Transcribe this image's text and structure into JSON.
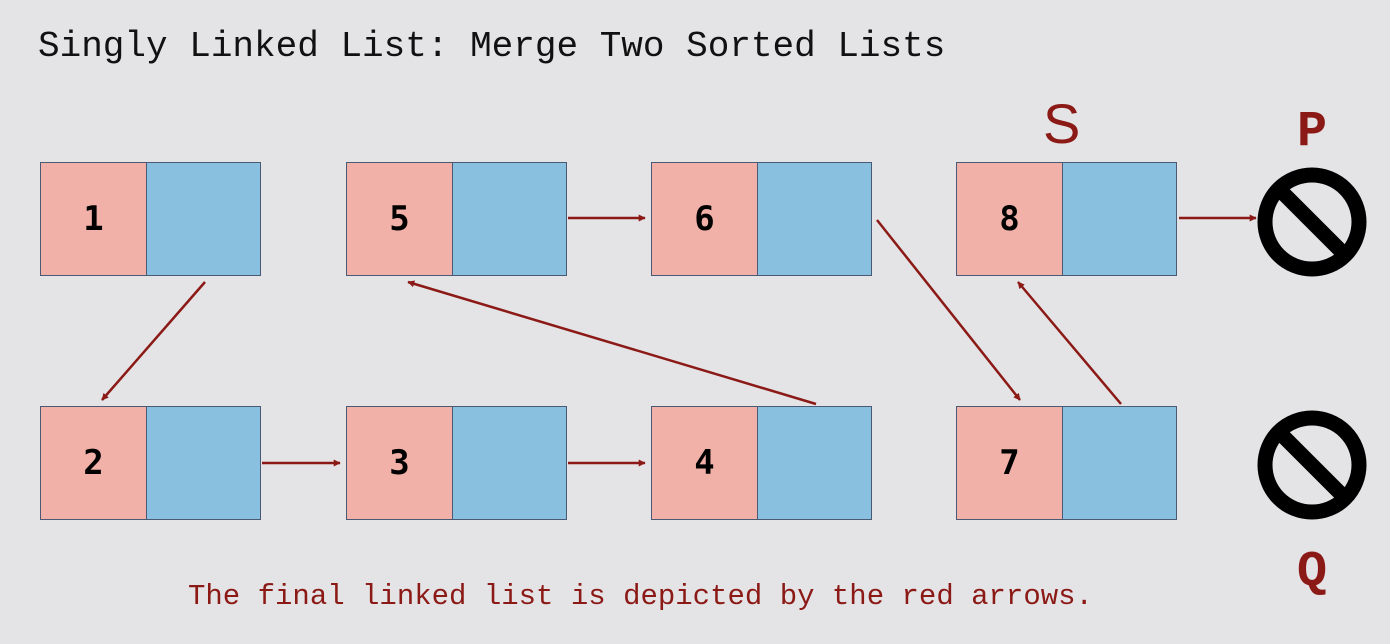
{
  "title": "Singly Linked List: Merge Two Sorted Lists",
  "nodes": [
    {
      "value": "1"
    },
    {
      "value": "5"
    },
    {
      "value": "6"
    },
    {
      "value": "8"
    },
    {
      "value": "2"
    },
    {
      "value": "3"
    },
    {
      "value": "4"
    },
    {
      "value": "7"
    }
  ],
  "labels": {
    "s": "S",
    "p": "P",
    "q": "Q"
  },
  "null_icons": [
    "null-icon",
    "null-icon"
  ],
  "caption": "The final linked list is depicted by the red arrows.",
  "colors": {
    "background": "#e4e3e6",
    "value_cell": "#f2b1a8",
    "pointer_cell": "#89c0df",
    "arrow": "#8b1a16",
    "label": "#8b1a16"
  }
}
